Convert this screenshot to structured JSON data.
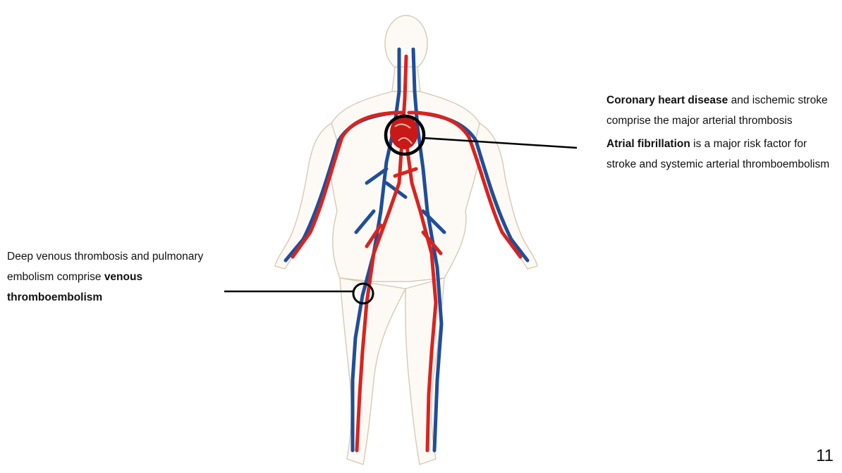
{
  "callouts": {
    "arterial": {
      "p1_bold": "Coronary heart disease",
      "p1_rest": " and ischemic stroke comprise the major arterial thrombosis",
      "p2_bold": "Atrial fibrillation",
      "p2_rest": " is a major risk factor for stroke and systemic arterial thromboembolism"
    },
    "venous": {
      "p1_text": "Deep venous thrombosis and pulmonary embolism comprise ",
      "p1_bold": "venous thromboembolism"
    }
  },
  "page_number": "11",
  "colors": {
    "artery": "#d9231f",
    "vein": "#1f4e9a",
    "skin_outline": "#d8c9b5",
    "marker": "#000000"
  },
  "icons": [
    "human-circulatory-system-illustration",
    "heart-icon"
  ]
}
